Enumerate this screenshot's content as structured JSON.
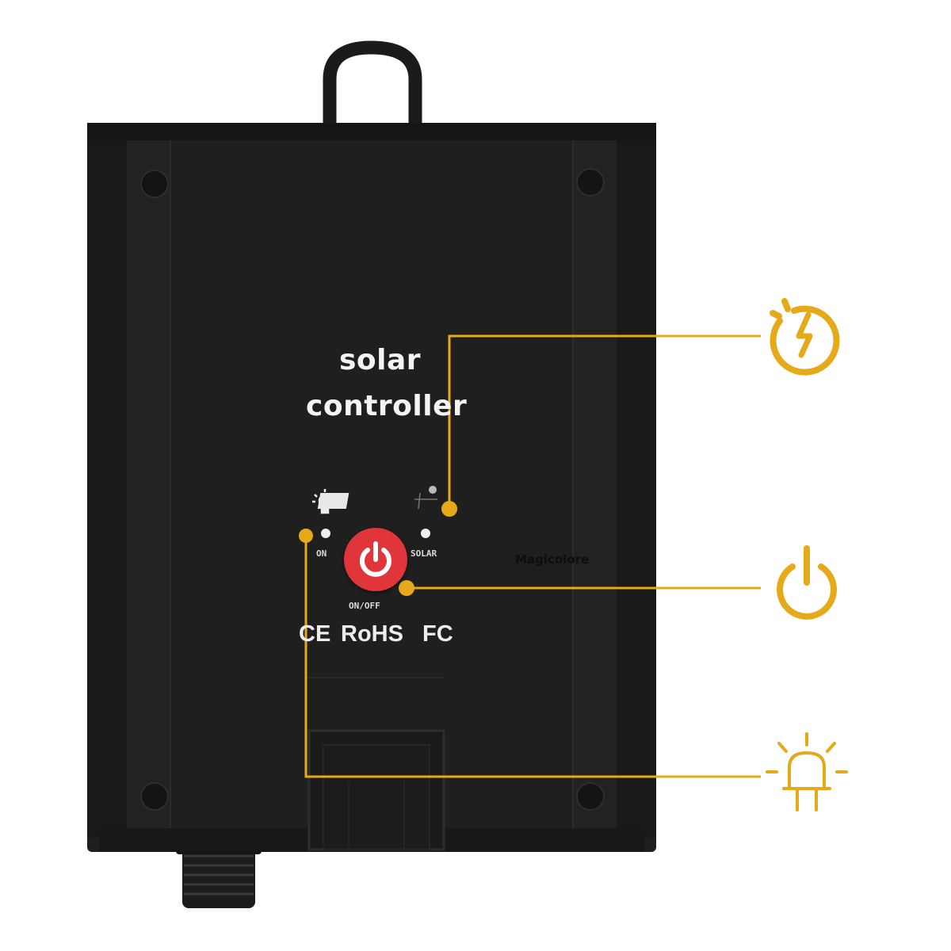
{
  "product": {
    "title_line1": "solar",
    "title_line2": "controller",
    "brand": "Magicolore",
    "certifications": {
      "ce": "CE",
      "rohs": "RoHS",
      "fcc": "FC"
    },
    "indicators": {
      "light_label": "ON",
      "solar_label": "SOLAR",
      "power_label": "ON/OFF"
    }
  },
  "colors": {
    "accent": "#e5a91a",
    "device_body": "#1f1f1f",
    "power_button": "#e0353a"
  },
  "icons": [
    "charging-icon",
    "power-icon",
    "light-bulb-icon"
  ]
}
